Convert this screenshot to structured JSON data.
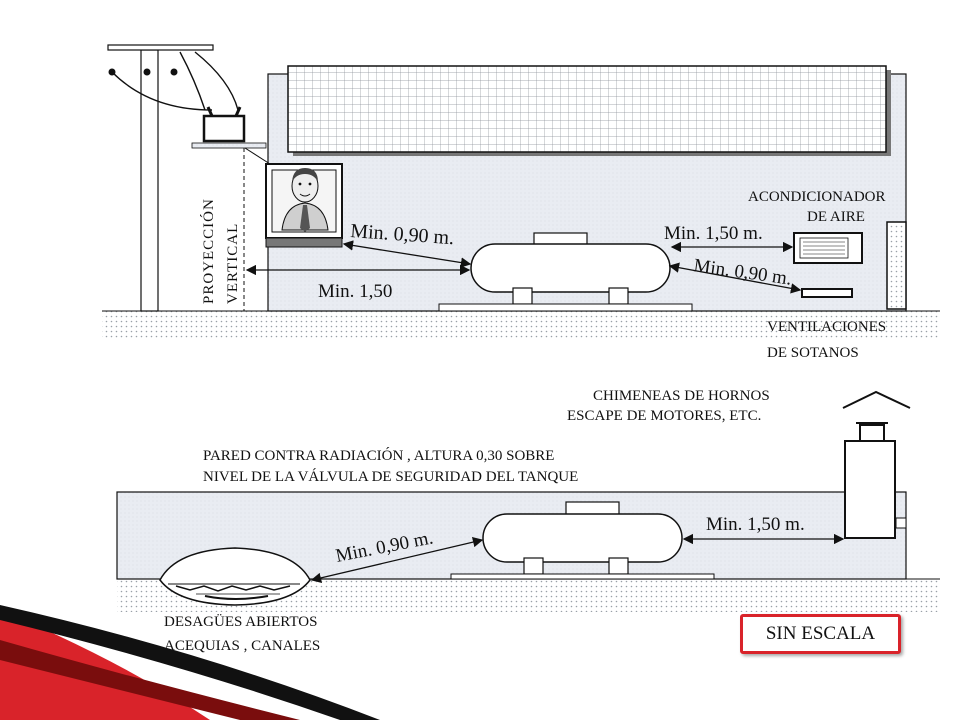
{
  "top_panel": {
    "proyeccion_line1": "PROYECCIÓN",
    "proyeccion_line2": "VERTICAL",
    "dist_window_tank": "Min. 0,90 m.",
    "dist_pole_tank": "Min. 1,50",
    "dist_ac": "Min. 1,50 m.",
    "dist_vent": "Min. 0,90 m.",
    "ac_line1": "ACONDICIONADOR",
    "ac_line2": "DE AIRE",
    "vent_line1": "VENTILACIONES",
    "vent_line2": "DE SOTANOS"
  },
  "bottom_panel": {
    "chimenea_line1": "CHIMENEAS DE HORNOS",
    "chimenea_line2": "ESCAPE DE MOTORES, ETC.",
    "pared_line1": "PARED CONTRA RADIACIÓN , ALTURA  0,30 SOBRE",
    "pared_line2": "NIVEL DE LA VÁLVULA DE SEGURIDAD DEL TANQUE",
    "dist_chimenea": "Min. 1,50 m.",
    "dist_desague": "Min. 0,90 m.",
    "desague_line1": "DESAGÜES  ABIERTOS",
    "desague_line2": "ACEQUIAS , CANALES"
  },
  "scale_badge": "SIN ESCALA",
  "colors": {
    "accent_red": "#d9232a",
    "dark_red": "#7a0d0d",
    "wall_fill": "#e9ecf2",
    "grid_fill": "#ffffff"
  }
}
